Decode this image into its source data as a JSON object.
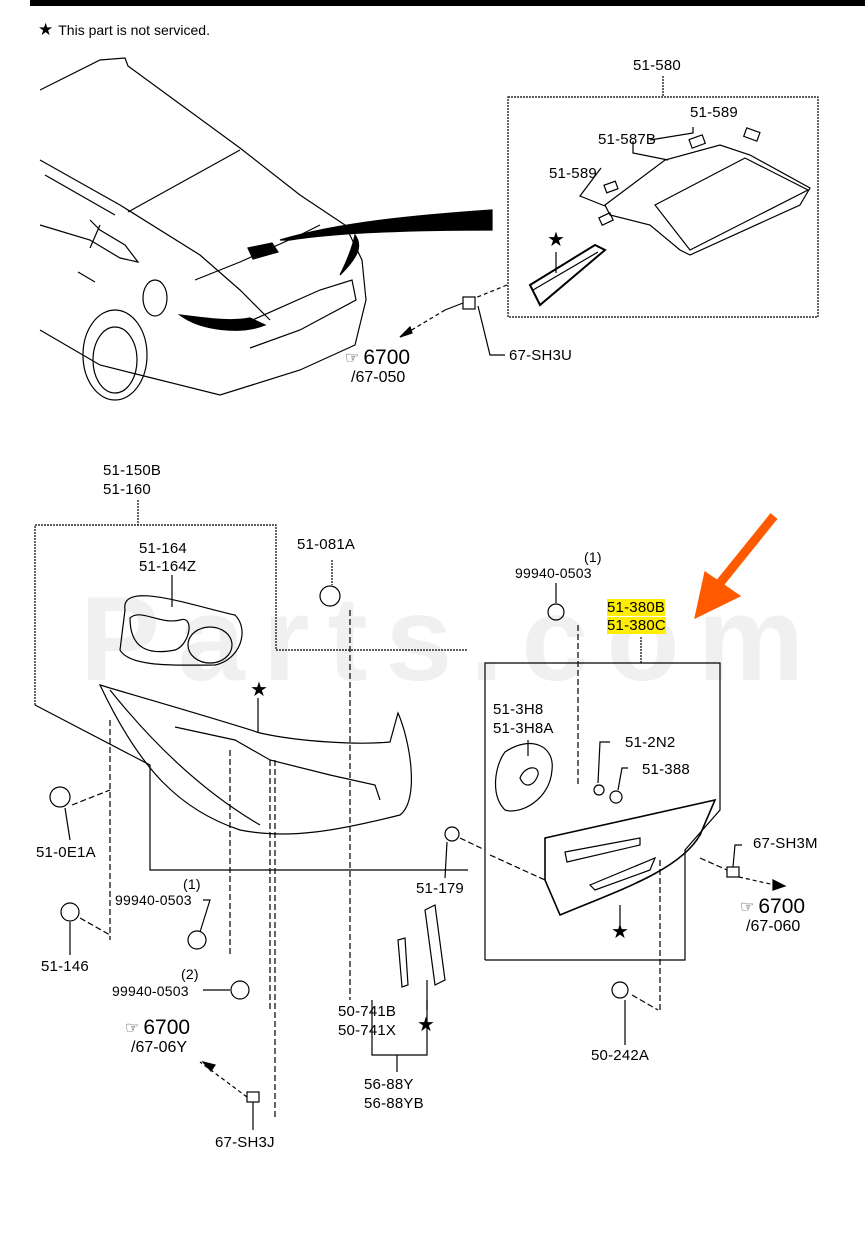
{
  "legend": {
    "star_icon": "★",
    "text": "This part is not serviced."
  },
  "watermark": "Parts.com",
  "labels": {
    "l_51_580": "51-580",
    "l_51_589_top": "51-589",
    "l_51_587B": "51-587B",
    "l_51_589_left": "51-589",
    "l_67_SH3U": "67-SH3U",
    "l_51_150B": "51-150B",
    "l_51_160": "51-160",
    "l_51_164": "51-164",
    "l_51_164Z": "51-164Z",
    "l_51_081A": "51-081A",
    "l_51_0E1A": "51-0E1A",
    "l_51_146": "51-146",
    "l_99940_1_qty": "(1)",
    "l_99940_1": "99940-0503",
    "l_99940_2_qty": "(2)",
    "l_99940_2": "99940-0503",
    "l_67_SH3J": "67-SH3J",
    "l_51_179": "51-179",
    "l_50_741B": "50-741B",
    "l_50_741X": "50-741X",
    "l_56_88Y": "56-88Y",
    "l_56_88YB": "56-88YB",
    "l_99940_r_qty": "(1)",
    "l_99940_r": "99940-0503",
    "l_51_380B": "51-380B",
    "l_51_380C": "51-380C",
    "l_51_3H8": "51-3H8",
    "l_51_3H8A": "51-3H8A",
    "l_51_2N2": "51-2N2",
    "l_51_388": "51-388",
    "l_67_SH3M": "67-SH3M",
    "l_50_242A": "50-242A"
  },
  "references": [
    {
      "hand_icon": "☞",
      "number": "6700",
      "sub": "/67-050"
    },
    {
      "hand_icon": "☞",
      "number": "6700",
      "sub": "/67-06Y"
    },
    {
      "hand_icon": "☞",
      "number": "6700",
      "sub": "/67-060"
    }
  ],
  "stars": [
    "★",
    "★",
    "★",
    "★"
  ],
  "colors": {
    "highlight": "#ffee00",
    "arrow": "#ff5a00",
    "ink": "#000000"
  }
}
